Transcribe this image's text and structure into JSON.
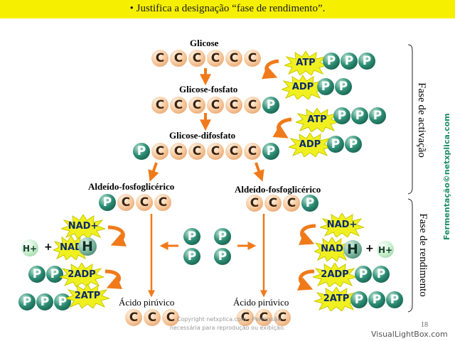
{
  "header": {
    "text": "• Justifica a designação “fase de rendimento”."
  },
  "molecules": {
    "glicose": "Glicose",
    "glicose_fosfato": "Glicose-fosfato",
    "glicose_difosfato": "Glicose-difosfato",
    "aldeido_left": "Aldeído-fosfoglicérico",
    "aldeido_right": "Aldeído-fosfoglicérico",
    "acido_left": "Ácido pirúvico",
    "acido_right": "Ácido pirúvico"
  },
  "atoms": {
    "carbon": "C",
    "phosphate": "P",
    "hydrogen": "H"
  },
  "cofactors": {
    "atp": "ATP",
    "adp": "ADP",
    "nad_plus": "NAD+",
    "nad": "NAD",
    "h_plus": "H+",
    "two_adp": "2ADP",
    "two_atp": "2ATP",
    "plus": "+"
  },
  "phases": {
    "activation": "Fase de activação",
    "yield": "Fase de rendimento"
  },
  "credit": "Fermentação©netxplica.com",
  "watermark": {
    "line1": "Copyright netxplica.com - Permissão",
    "line2": "necessária para reprodução ou exibição."
  },
  "page_number": "18",
  "footer": "VisualLightBox.com",
  "colors": {
    "header_bg": "#f6f000",
    "arrow": "#f07a1a",
    "phosphate": "#1e7a64",
    "carbon": "#f6c9a0",
    "burst": "#f0f020",
    "credit": "#1f8d6a"
  }
}
